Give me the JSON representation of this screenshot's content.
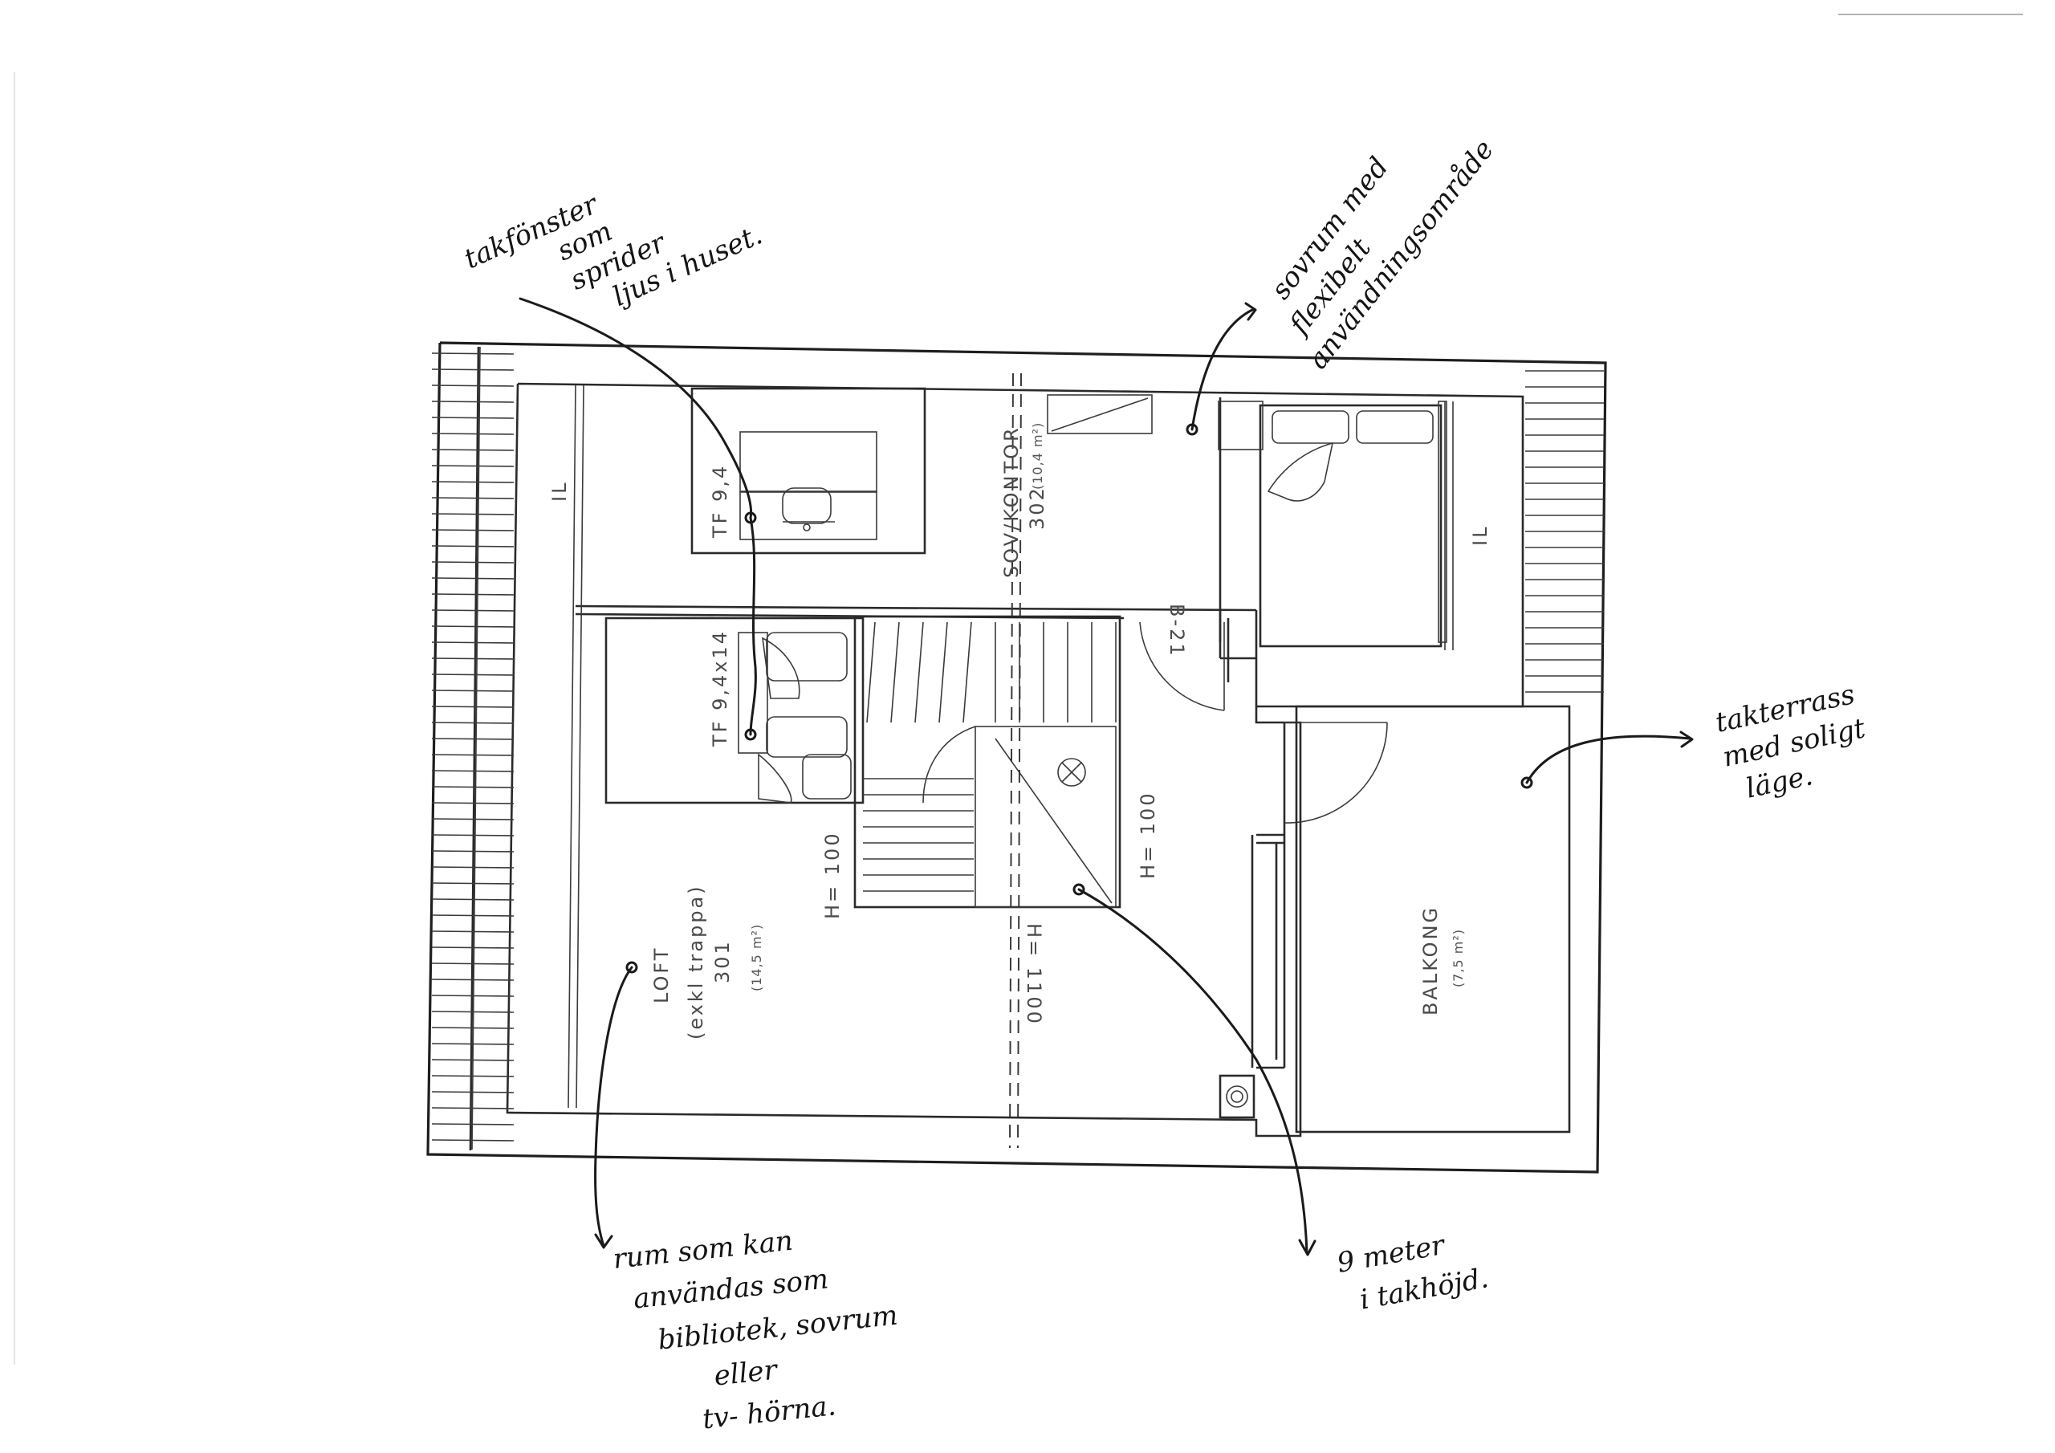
{
  "rooms": {
    "sov": {
      "name": "SOV/KONTOR",
      "number": "302",
      "area": "(10,4 m²)"
    },
    "loft": {
      "name": "LOFT",
      "sub": "(exkl trappa)",
      "number": "301",
      "area": "(14,5 m²)"
    },
    "balkong": {
      "name": "BALKONG",
      "area": "(7,5 m²)"
    }
  },
  "plan_labels": {
    "il_left": "IL",
    "il_right": "IL",
    "tf_upper": "TF 9,4",
    "tf_lower": "TF 9,4x14",
    "door_code": "B-21",
    "h_left": "H= 100",
    "h_mid": "H= 100",
    "h_stair": "H= 1100"
  },
  "annotations": {
    "takfonster": [
      "takfönster",
      "som",
      "sprider",
      "ljus i huset."
    ],
    "sovrum": [
      "sovrum med",
      "flexibelt",
      "användningsområde"
    ],
    "takterrass": [
      "takterrass",
      "med soligt",
      "läge."
    ],
    "rum": [
      "rum som kan",
      "användas som",
      "bibliotek, sovrum",
      "eller",
      "tv- hörna."
    ],
    "takhojd": [
      "9 meter",
      "i takhöjd."
    ]
  },
  "colors": {
    "ink": "#1a1a1a",
    "plan_line": "#2a2a2a",
    "plan_text": "#4a4a4a",
    "paper": "#ffffff"
  }
}
